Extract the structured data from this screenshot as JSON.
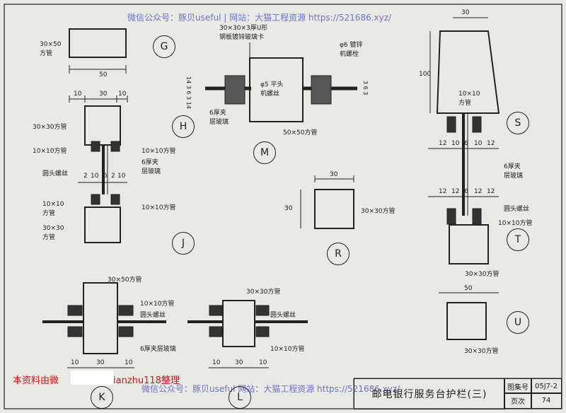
{
  "watermark_top": "微信公众号：豚贝useful | 网站：大猫工程资源 https://521686.xyz/",
  "watermark_bottom": "微信公众号：豚贝useful  网站：大猫工程资源 https://521686.xyz/",
  "red_note": {
    "left": "本资料由微",
    "right": "ianzhu118整理"
  },
  "title_block": {
    "title": "邮电银行服务台护栏(三)",
    "atlas_label": "图集号",
    "atlas_no": "05J7-2",
    "page_label": "页次",
    "page_no": "74"
  },
  "details": {
    "G": {
      "tag": "G",
      "size": "30×50\n方管",
      "dim": "50"
    },
    "H": {
      "tag": "H",
      "dims": [
        "10",
        "30",
        "10"
      ],
      "l1": "30×30方管",
      "l2": "10×10方管",
      "r1": "10×10方管",
      "r2": "6厚夹\n层玻璃",
      "l3": "圆头螺丝"
    },
    "J": {
      "tag": "J",
      "dims": [
        "2",
        "10",
        "6",
        "2",
        "10"
      ],
      "l1": "10×10\n方管",
      "l2": "30×30\n方管",
      "r1": "10×10方管"
    },
    "M": {
      "tag": "M",
      "t1": "30×30×3厚U形\n钢板镀锌玻璃卡",
      "t2": "φ6 镀锌\n机螺栓",
      "t3": "φ5 平头\n机螺丝",
      "t4": "6厚夹\n层玻璃",
      "t5": "50×50方管",
      "ldim": "14 3 6 3 14",
      "rdim": "3 6 3"
    },
    "R": {
      "tag": "R",
      "dim_w": "30",
      "dim_h": "30",
      "label": "30×30方管"
    },
    "S": {
      "tag": "S",
      "dim_w": "30",
      "dim_h": "100",
      "l1": "10×10\n方管",
      "dims": [
        "12",
        "10",
        "6",
        "10",
        "12"
      ],
      "r1": "6厚夹\n层玻璃"
    },
    "T": {
      "tag": "T",
      "dims": [
        "12",
        "12",
        "6",
        "12",
        "12"
      ],
      "r1": "圆头螺丝",
      "r2": "10×10方管",
      "b1": "30×30方管"
    },
    "U": {
      "tag": "U",
      "dim_w": "50",
      "label": "30×30方管"
    },
    "K": {
      "tag": "K",
      "t1": "30×50方管",
      "t2": "10×10方管",
      "t3": "圆头螺丝",
      "t4": "6厚夹层玻璃",
      "dims": [
        "10",
        "30",
        "10"
      ]
    },
    "L": {
      "tag": "L",
      "t1": "30×30方管",
      "t2": "圆头螺丝",
      "t3": "10×10方管",
      "dims": [
        "10",
        "30",
        "10"
      ]
    }
  }
}
